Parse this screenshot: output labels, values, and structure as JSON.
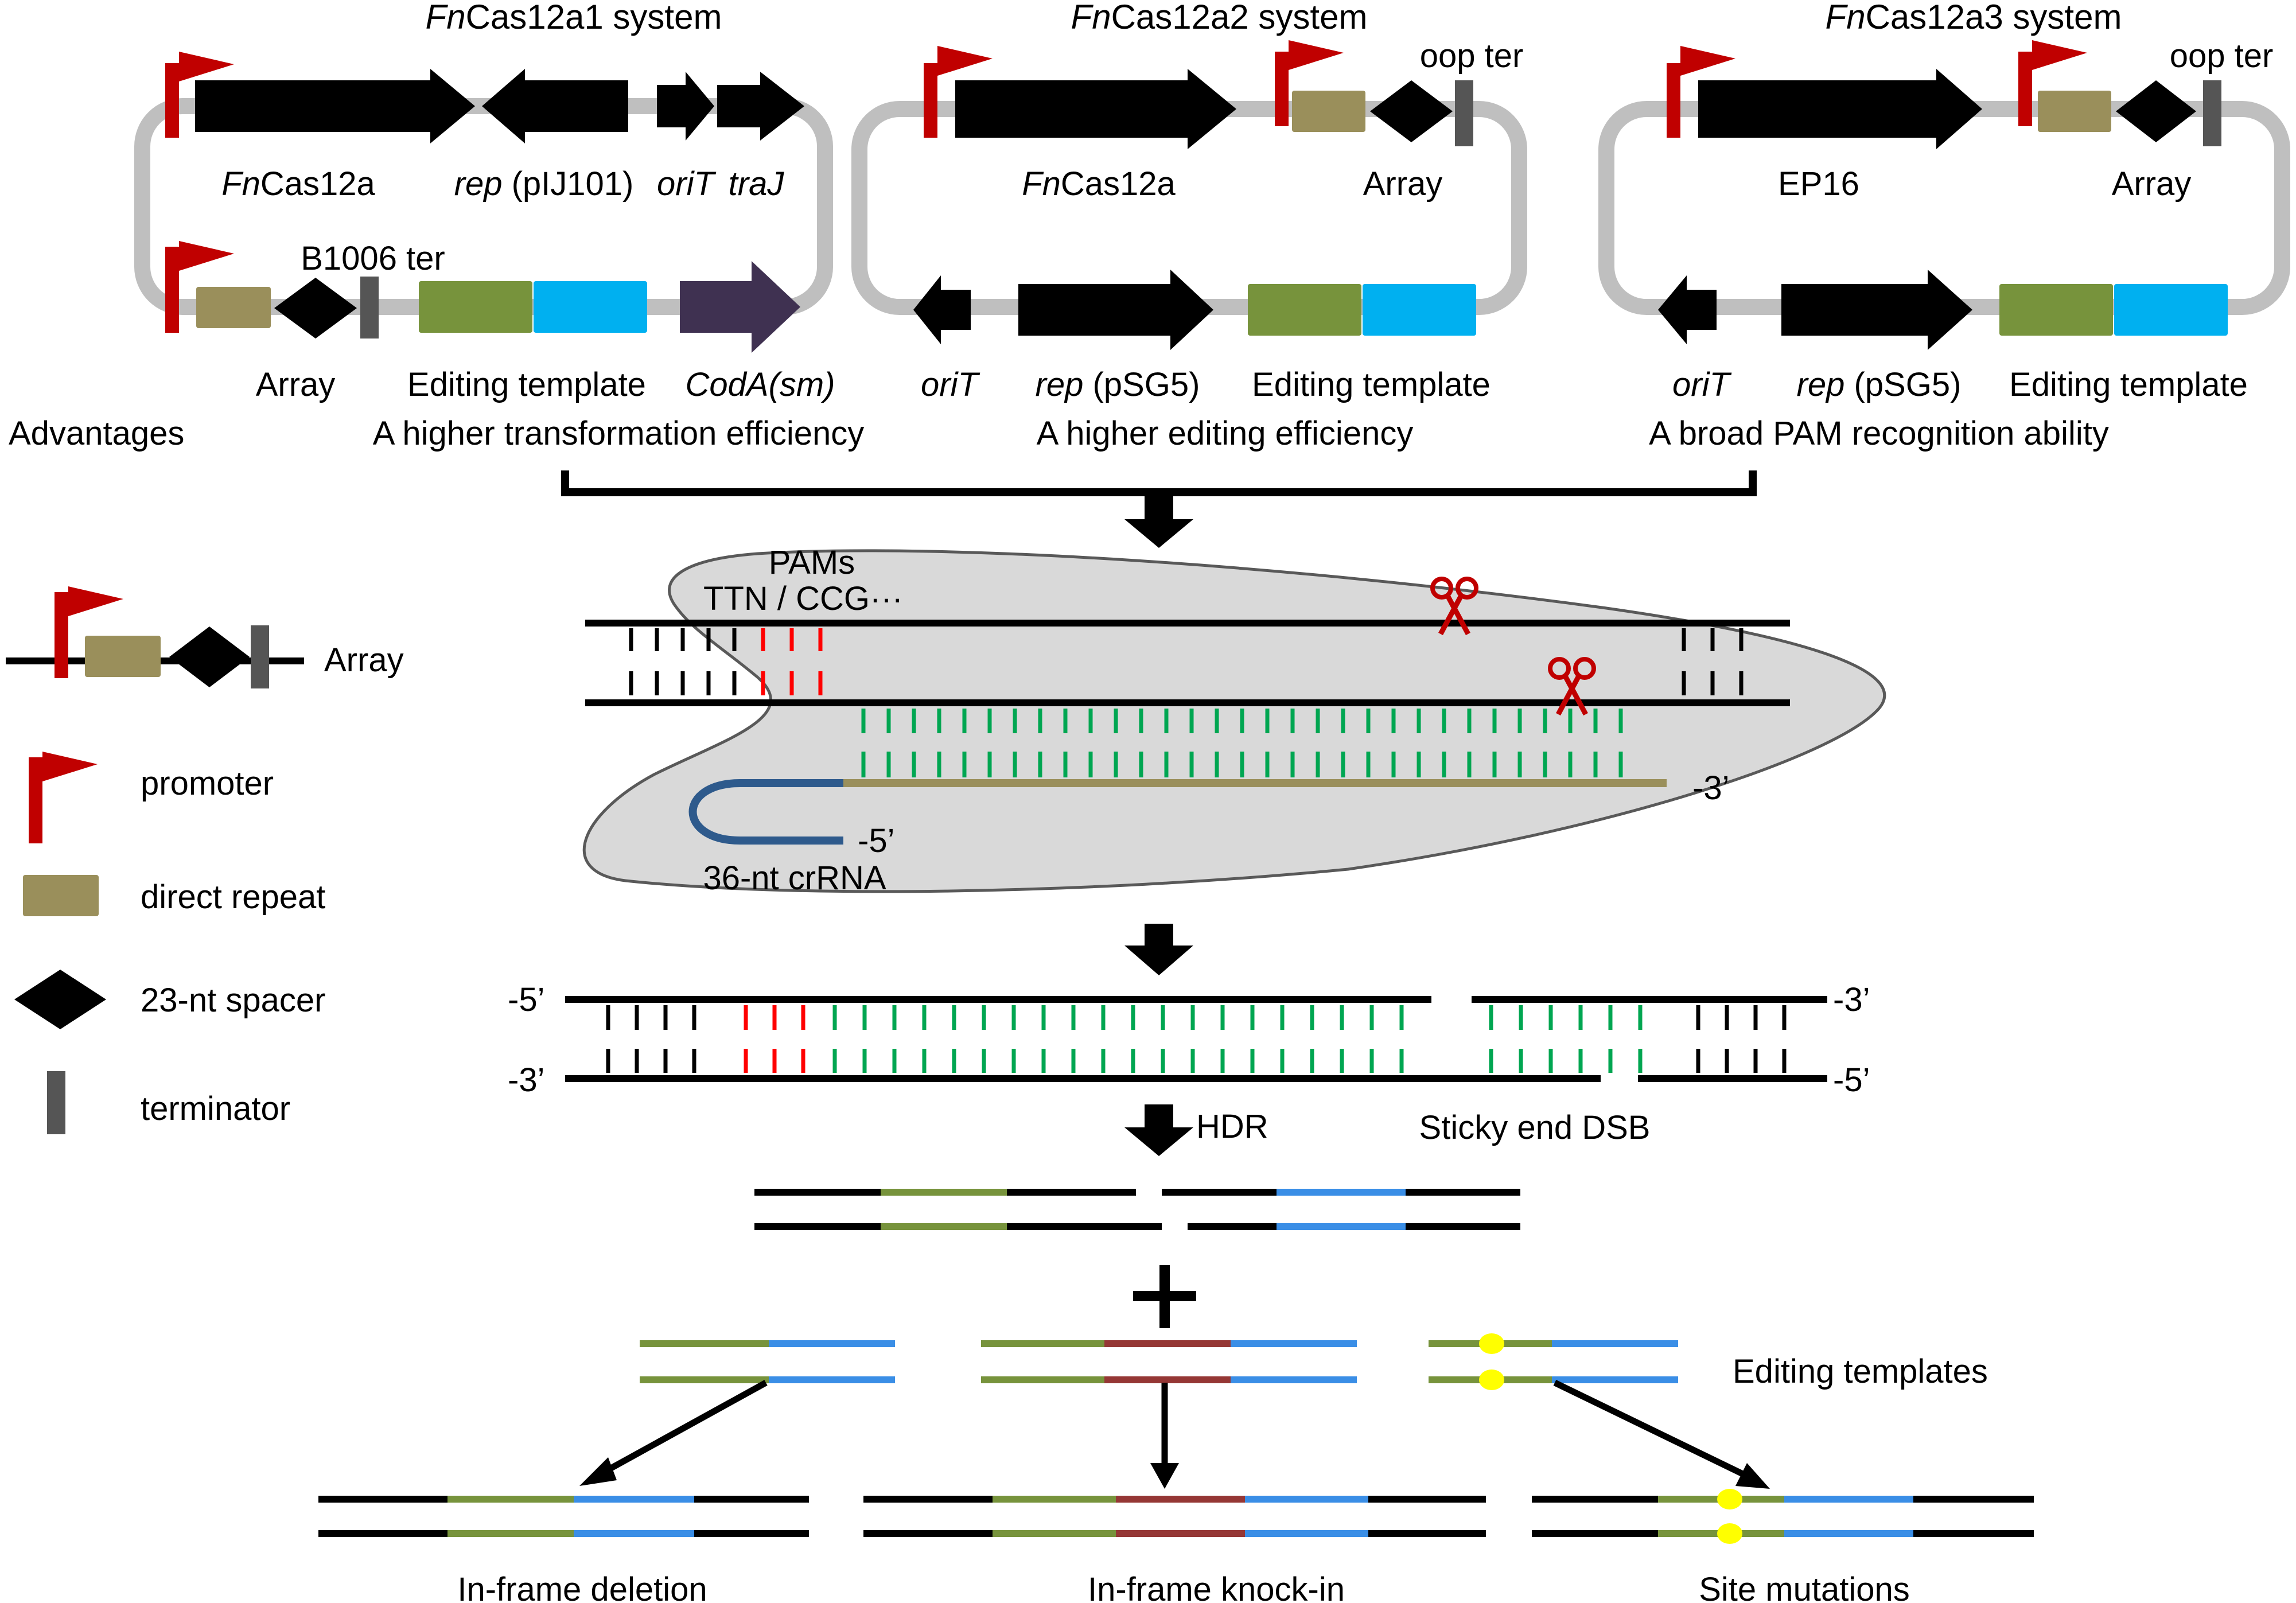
{
  "colors": {
    "promoter": "#c00000",
    "direct_repeat": "#9a8f5b",
    "spacer": "#000000",
    "terminator": "#555555",
    "template_left": "#77933c",
    "template_right": "#00b0f0",
    "template_right_bottom": "#3a8ee6",
    "codA": "#3f3151",
    "backbone": "#bfbfbf",
    "pam": "#ff0000",
    "pairing": "#00a651",
    "crrna": "#2e5a8c",
    "protein": "#d9d9d9",
    "knockin": "#953735",
    "mutation": "#ffff00",
    "scissors": "#c00000"
  },
  "systems": [
    {
      "title_italic": "Fn",
      "title_rest": "Cas12a1 system",
      "gene_label_italic": "Fn",
      "gene_label_rest": "Cas12a",
      "rep_italic": "rep",
      "rep_rest": " (pIJ101)",
      "oriT": "oriT",
      "traJ": "traJ",
      "terminator_label": "B1006 ter",
      "array_label": "Array",
      "template_label": "Editing template",
      "codA_label": "CodA(sm)",
      "advantage": "A higher transformation efficiency"
    },
    {
      "title_italic": "Fn",
      "title_rest": "Cas12a2 system",
      "gene_label_italic": "Fn",
      "gene_label_rest": "Cas12a",
      "terminator_label": "oop ter",
      "array_label": "Array",
      "oriT": "oriT",
      "rep_italic": "rep",
      "rep_rest": " (pSG5)",
      "template_label": "Editing template",
      "advantage": "A higher editing efficiency"
    },
    {
      "title_italic": "Fn",
      "title_rest": "Cas12a3 system",
      "gene_label": "EP16",
      "terminator_label": "oop ter",
      "array_label": "Array",
      "oriT": "oriT",
      "rep_italic": "rep",
      "rep_rest": " (pSG5)",
      "template_label": "Editing template",
      "advantage": "A broad PAM recognition ability"
    }
  ],
  "advantages_label": "Advantages",
  "legend": {
    "array": "Array",
    "promoter": "promoter",
    "direct_repeat": "direct repeat",
    "spacer": "23-nt spacer",
    "terminator": "terminator"
  },
  "targeting": {
    "pams_title": "PAMs",
    "pams_seq": "TTN / CCG···",
    "three_prime": "-3’",
    "five_prime": "-5’",
    "crrna_label": "36-nt crRNA"
  },
  "cleavage": {
    "top_left": "-5’",
    "top_right": "-3’",
    "bottom_left": "-3’",
    "bottom_right": "-5’",
    "sticky_label": "Sticky end DSB",
    "hdr_label": "HDR"
  },
  "editing": {
    "templates_label": "Editing templates",
    "outcomes": [
      "In-frame deletion",
      "In-frame knock-in",
      "Site mutations"
    ]
  }
}
